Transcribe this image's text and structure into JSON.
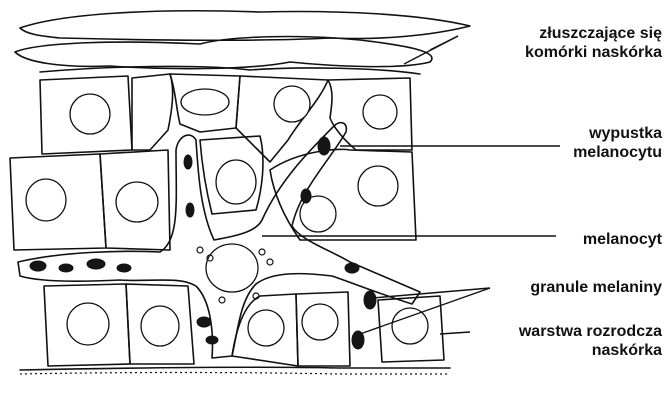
{
  "figure": {
    "labels": [
      {
        "id": "stratum-corneum",
        "lines": [
          "złuszczające się",
          "komórki naskórka"
        ]
      },
      {
        "id": "dendrite",
        "lines": [
          "wypustka",
          "melanocytu"
        ]
      },
      {
        "id": "melanocyte",
        "lines": [
          "melanocyt"
        ]
      },
      {
        "id": "melanin",
        "lines": [
          "granule melaniny"
        ]
      },
      {
        "id": "basal-layer",
        "lines": [
          "warstwa rozrodcza",
          "naskórka"
        ]
      }
    ]
  },
  "colors": {
    "ink": "#111111",
    "background": "#ffffff"
  }
}
